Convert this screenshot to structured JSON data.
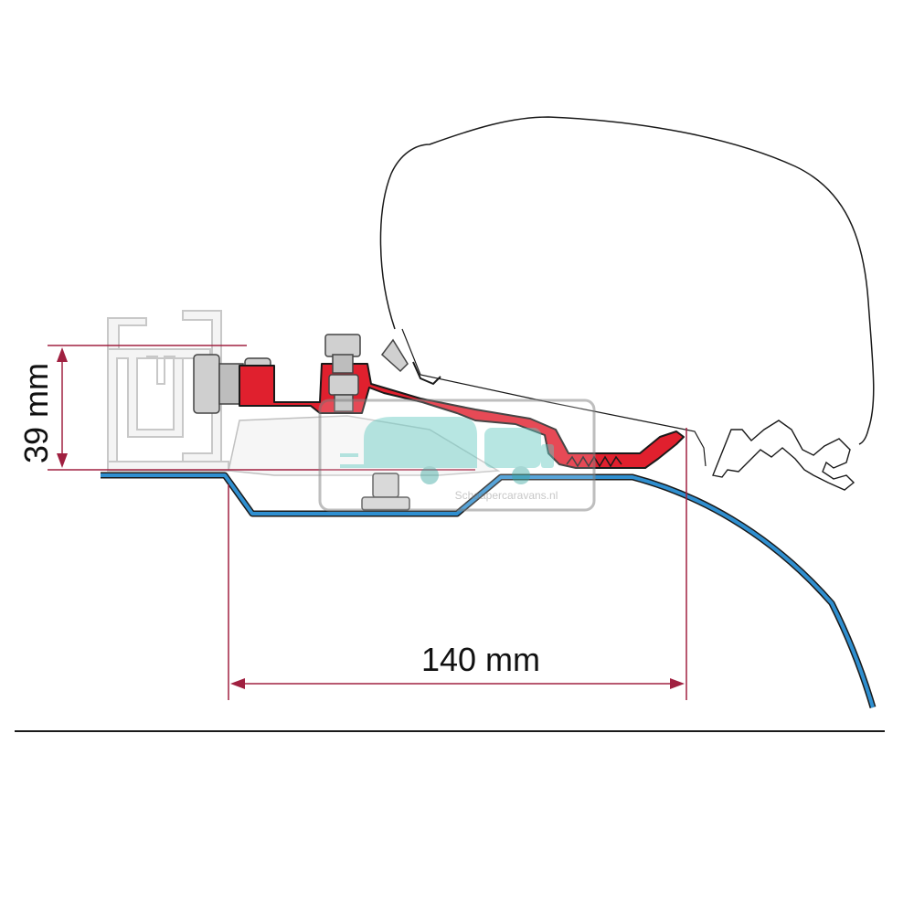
{
  "dimensions": {
    "height_label": "39 mm",
    "width_label": "140 mm"
  },
  "watermark": {
    "text": "Schaapercaravans.nl"
  },
  "colors": {
    "bracket": "#e0202e",
    "roof": "#2f8fd0",
    "dimension_line": "#a02040",
    "outline": "#1a1a1a",
    "watermark": "#7dd3cc"
  }
}
